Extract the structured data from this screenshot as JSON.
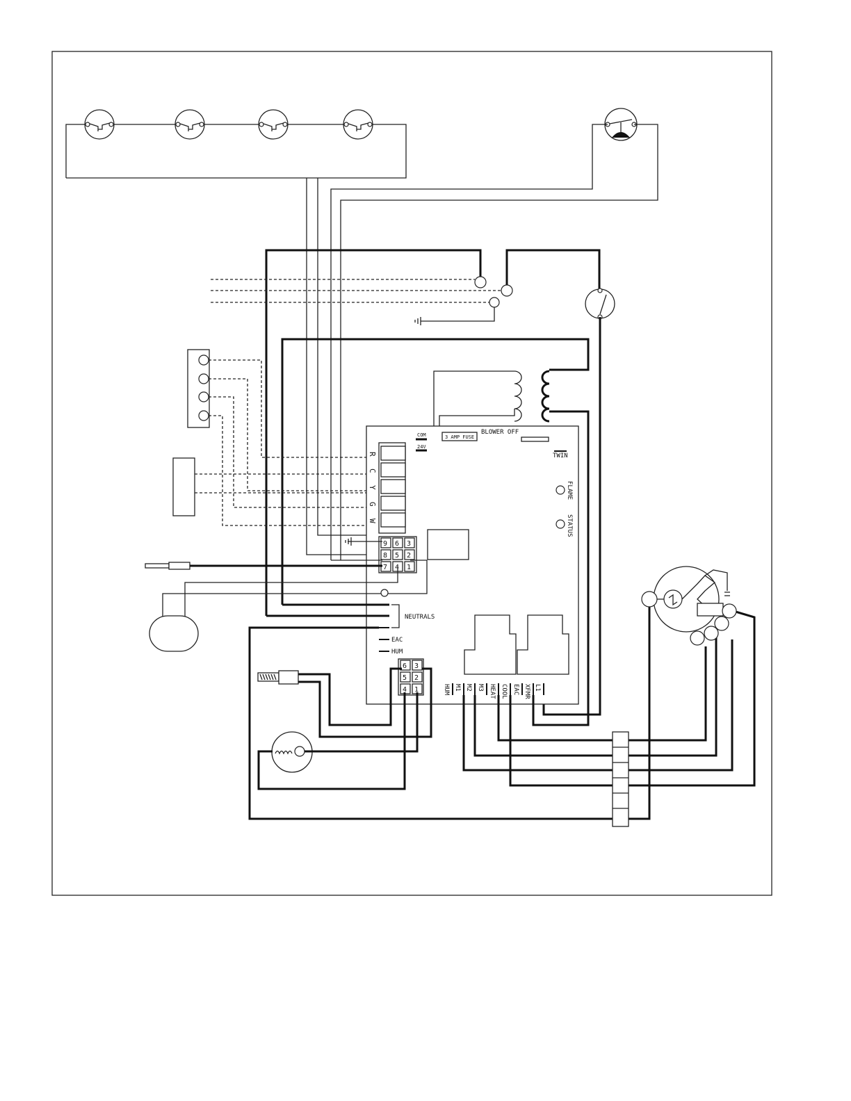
{
  "board": {
    "com_label": "COM",
    "v24_label": "24V",
    "fuse_label": "3 AMP FUSE",
    "blower_off_label": "BLOWER OFF",
    "twin_label": "TWIN",
    "flame_label": "FLAME",
    "status_label": "STATUS",
    "neutrals_label": "NEUTRALS",
    "eac_label": "EAC",
    "hum_label": "HUM"
  },
  "thermostat_terminals": [
    "R",
    "C",
    "Y",
    "G",
    "W"
  ],
  "plug_9pin": [
    "9",
    "6",
    "3",
    "8",
    "5",
    "2",
    "7",
    "4",
    "1"
  ],
  "plug_6pin": [
    "6",
    "3",
    "5",
    "2",
    "4",
    "1"
  ],
  "bottom_terminals": [
    "HUM",
    "M1",
    "M2",
    "M3",
    "HEAT",
    "COOL",
    "EAC",
    "XFMR",
    "L1"
  ]
}
